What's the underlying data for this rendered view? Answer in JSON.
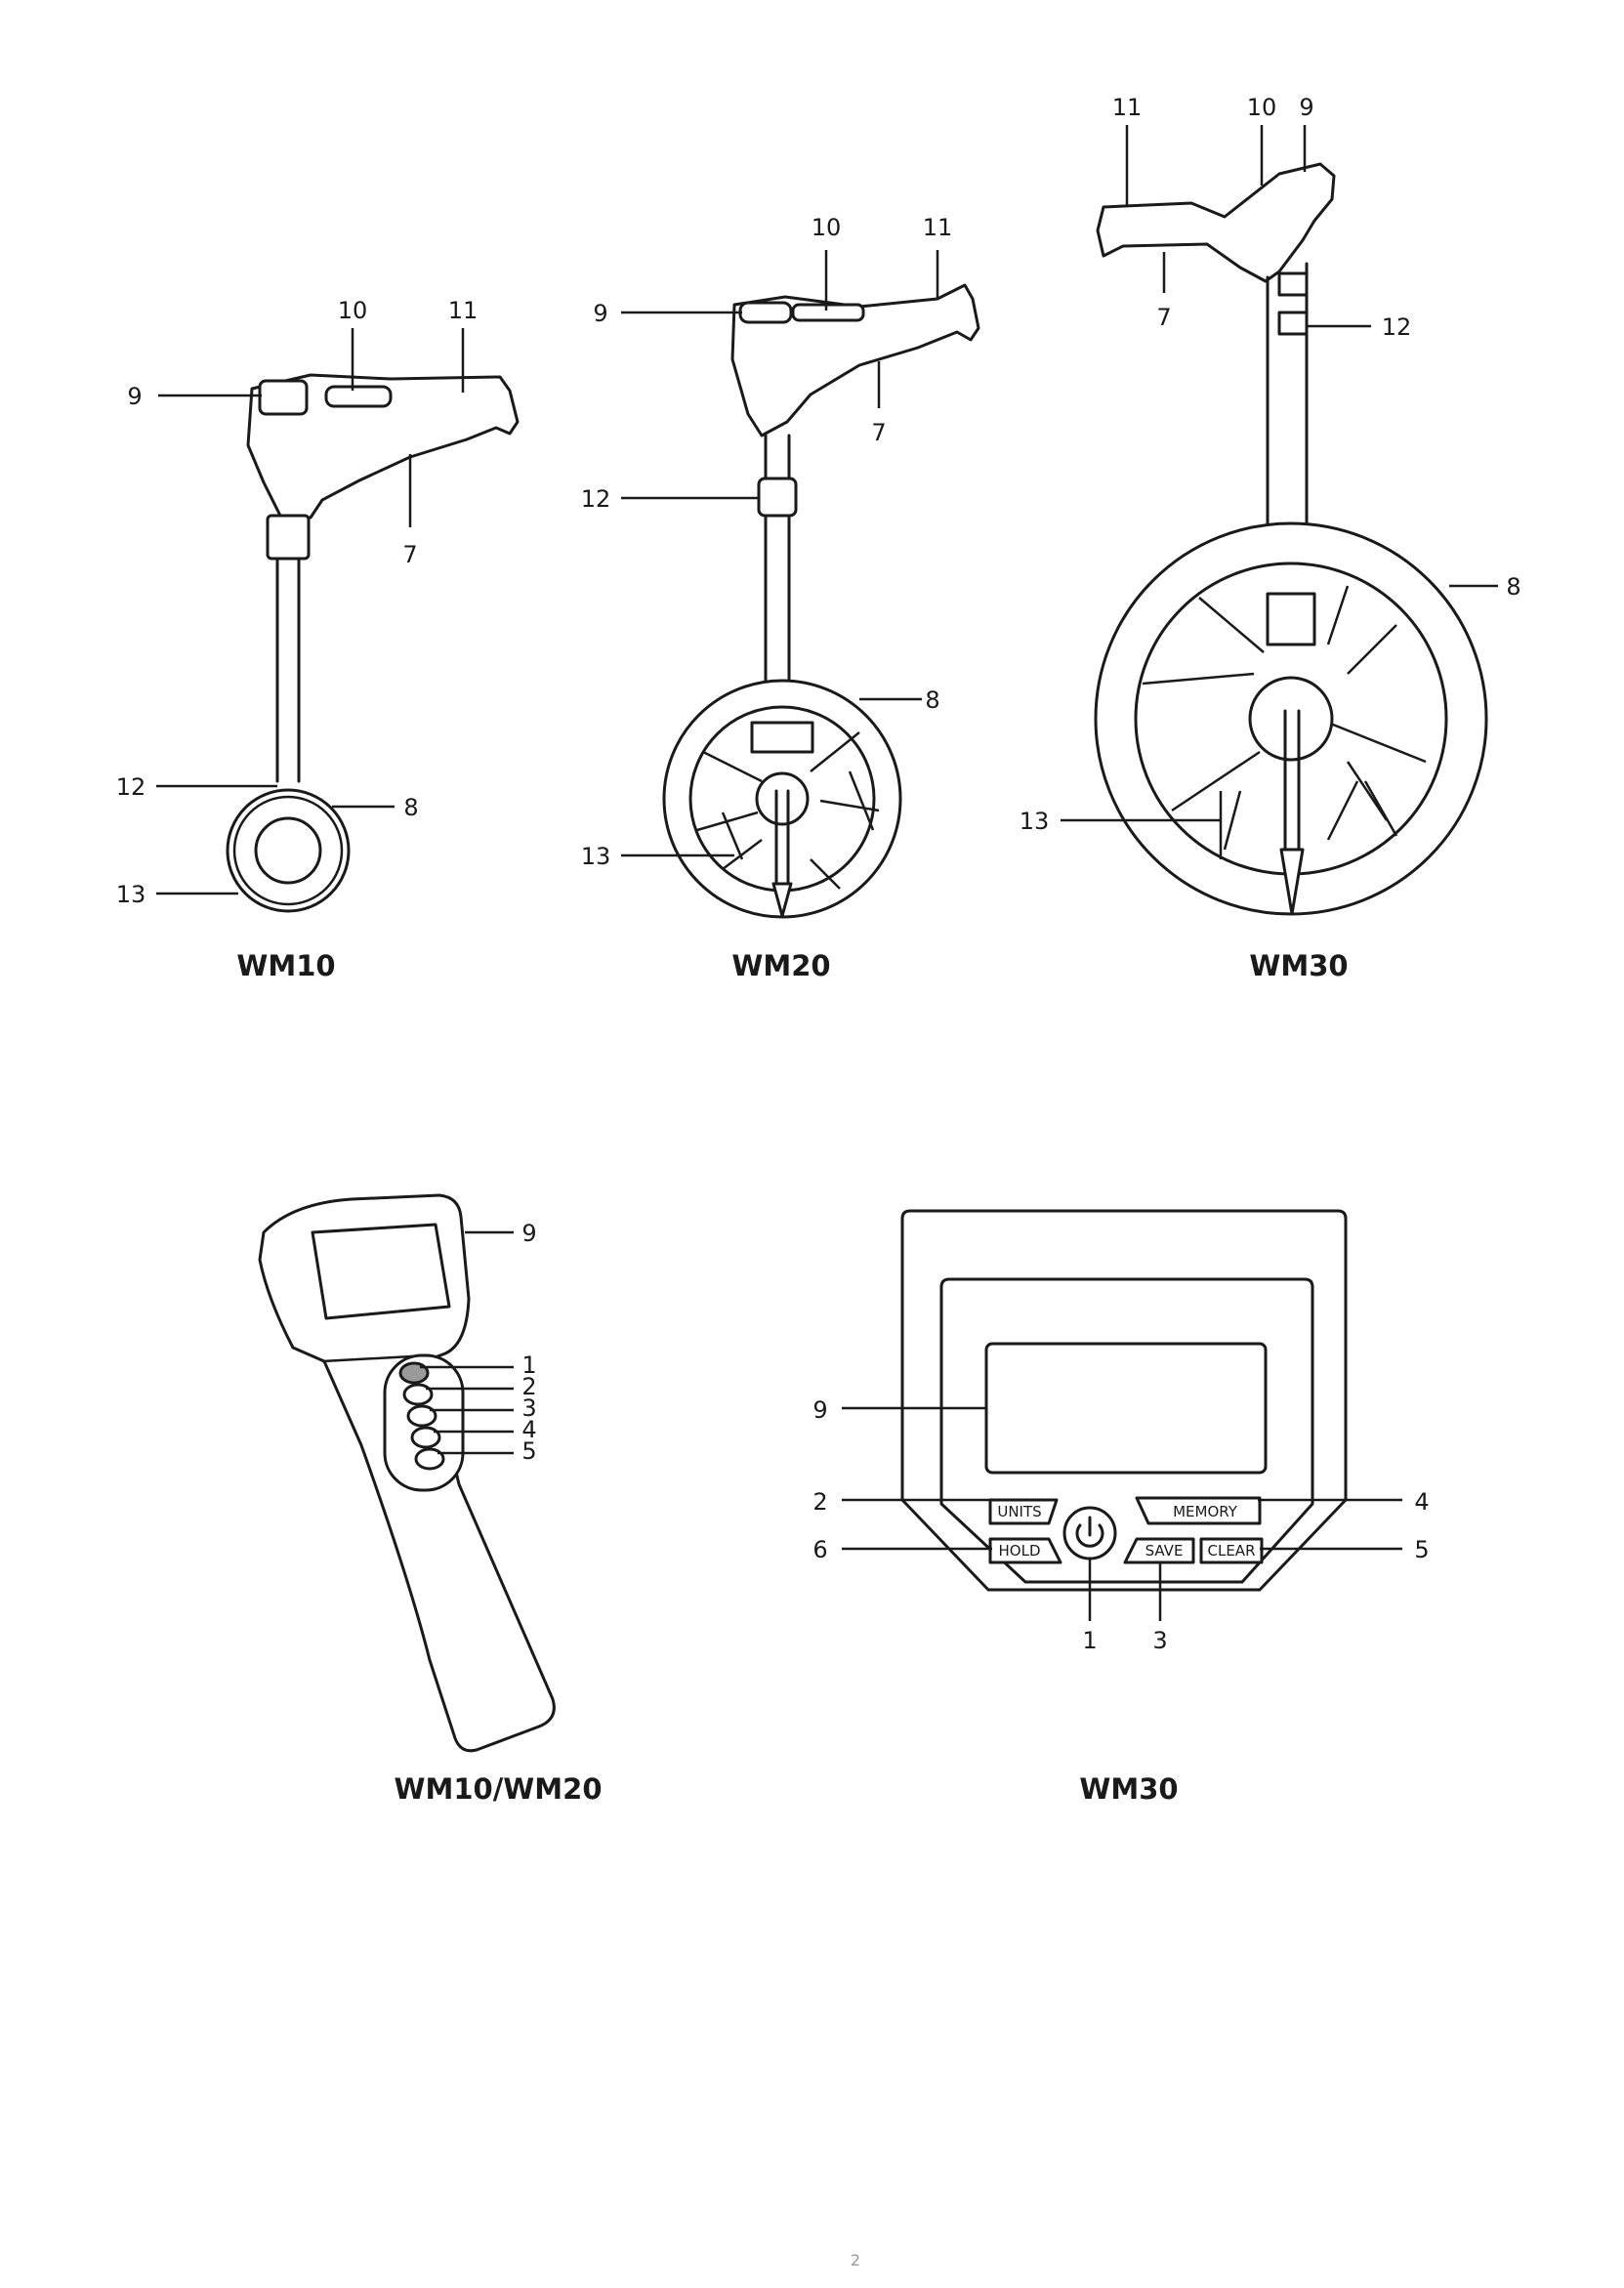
{
  "figures": {
    "wm10": {
      "caption": "WM10",
      "callouts": {
        "c9": "9",
        "c10": "10",
        "c11": "11",
        "c7": "7",
        "c12": "12",
        "c8": "8",
        "c13": "13"
      }
    },
    "wm20": {
      "caption": "WM20",
      "callouts": {
        "c9": "9",
        "c10": "10",
        "c11": "11",
        "c7": "7",
        "c12": "12",
        "c8": "8",
        "c13": "13"
      }
    },
    "wm30": {
      "caption": "WM30",
      "callouts": {
        "c11": "11",
        "c10": "10",
        "c9": "9",
        "c7": "7",
        "c12": "12",
        "c8": "8",
        "c13": "13"
      }
    },
    "handheld": {
      "caption": "WM10/WM20",
      "callouts": {
        "c9": "9",
        "c1": "1",
        "c2": "2",
        "c3": "3",
        "c4": "4",
        "c5": "5"
      }
    },
    "panel": {
      "caption": "WM30",
      "buttons": {
        "units": "UNITS",
        "hold": "HOLD",
        "memory": "MEMORY",
        "save": "SAVE",
        "clear": "CLEAR"
      },
      "callouts": {
        "c9": "9",
        "c2": "2",
        "c6": "6",
        "c4": "4",
        "c5": "5",
        "c1": "1",
        "c3": "3"
      }
    }
  },
  "page_number": "2"
}
